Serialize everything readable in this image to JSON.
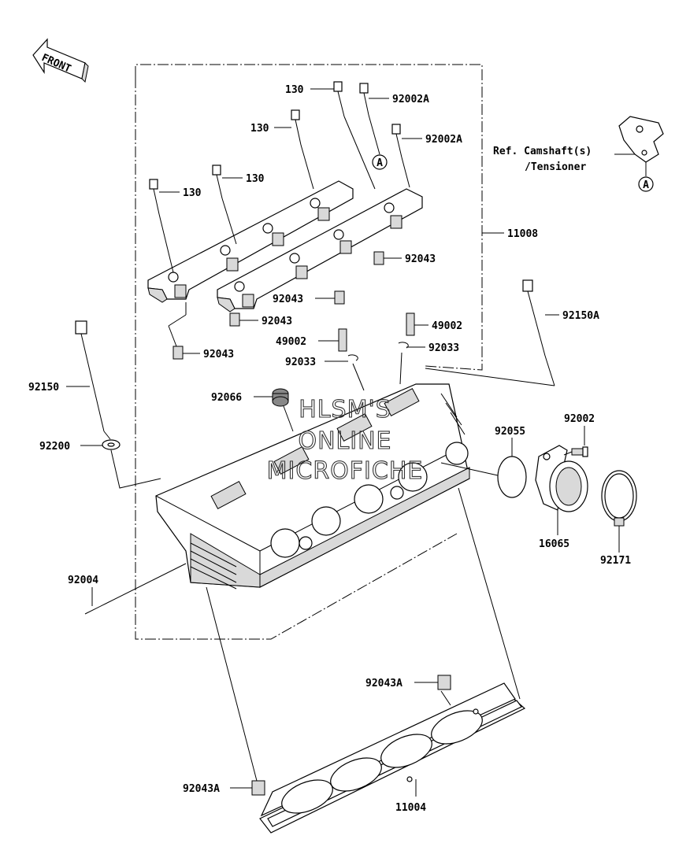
{
  "front_arrow": "FRONT",
  "reference": {
    "line1": "Ref. Camshaft(s)",
    "line2": "/Tensioner"
  },
  "circle_marks": [
    "A",
    "A"
  ],
  "watermark": {
    "line1": "HLSM'S",
    "line2": "ONLINE",
    "line3": "MICROFICHE"
  },
  "labels": [
    {
      "id": "130-top",
      "text": "130"
    },
    {
      "id": "92002A-top",
      "text": "92002A"
    },
    {
      "id": "130-mid",
      "text": "130"
    },
    {
      "id": "92002A-right",
      "text": "92002A"
    },
    {
      "id": "130-left-b",
      "text": "130"
    },
    {
      "id": "130-left-a",
      "text": "130"
    },
    {
      "id": "11008",
      "text": "11008"
    },
    {
      "id": "92043-right",
      "text": "92043"
    },
    {
      "id": "92043-center",
      "text": "92043"
    },
    {
      "id": "92043-lower",
      "text": "92043"
    },
    {
      "id": "92043-left",
      "text": "92043"
    },
    {
      "id": "92150A",
      "text": "92150A"
    },
    {
      "id": "49002-right",
      "text": "49002"
    },
    {
      "id": "49002-left",
      "text": "49002"
    },
    {
      "id": "92033-right",
      "text": "92033"
    },
    {
      "id": "92033-left",
      "text": "92033"
    },
    {
      "id": "92150",
      "text": "92150"
    },
    {
      "id": "92066",
      "text": "92066"
    },
    {
      "id": "92002",
      "text": "92002"
    },
    {
      "id": "92055",
      "text": "92055"
    },
    {
      "id": "92200",
      "text": "92200"
    },
    {
      "id": "16065",
      "text": "16065"
    },
    {
      "id": "92171",
      "text": "92171"
    },
    {
      "id": "92004",
      "text": "92004"
    },
    {
      "id": "92043A-right",
      "text": "92043A"
    },
    {
      "id": "92043A-left",
      "text": "92043A"
    },
    {
      "id": "11004",
      "text": "11004"
    }
  ]
}
